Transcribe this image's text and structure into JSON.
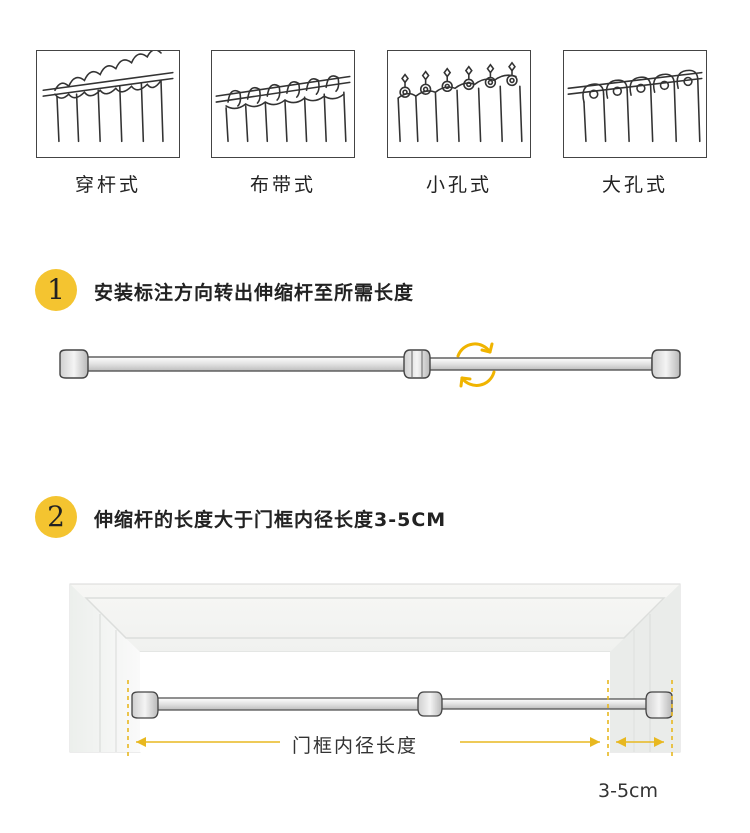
{
  "styles": [
    {
      "label": "穿杆式",
      "icon": "rod-pocket-curtain-icon"
    },
    {
      "label": "布带式",
      "icon": "tab-top-curtain-icon"
    },
    {
      "label": "小孔式",
      "icon": "small-hook-curtain-icon"
    },
    {
      "label": "大孔式",
      "icon": "grommet-curtain-icon"
    }
  ],
  "steps": [
    {
      "number": "1",
      "text": "安装标注方向转出伸缩杆至所需长度"
    },
    {
      "number": "2",
      "text": "伸缩杆的长度大于门框内径长度3-5CM"
    }
  ],
  "dimensions": {
    "inner_label": "门框内径长度",
    "extra_label": "3-5cm"
  },
  "colors": {
    "accent": "#f4c430",
    "rotate_arrow": "#f0b400",
    "dimension": "#e8b820"
  }
}
